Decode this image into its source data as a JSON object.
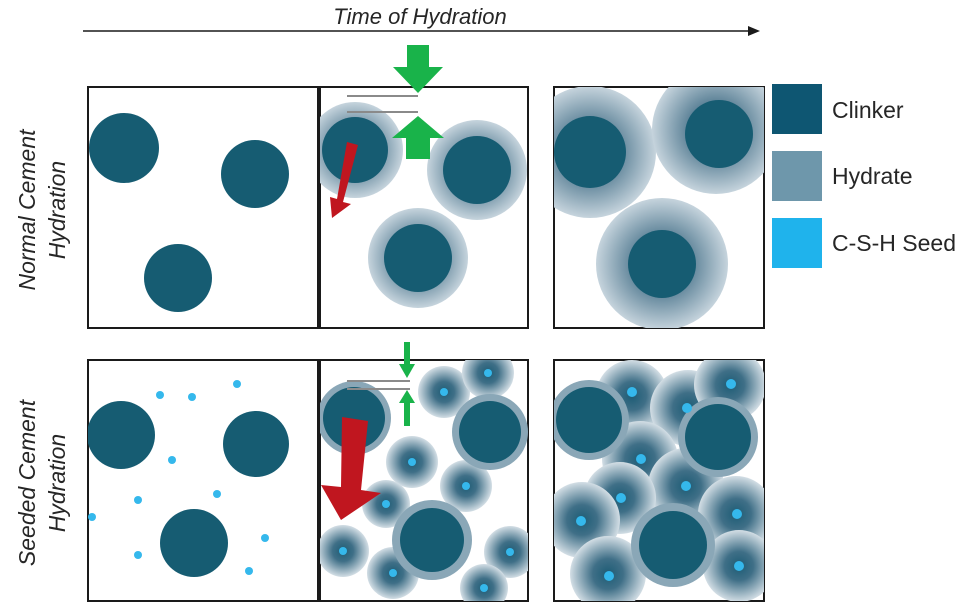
{
  "header": {
    "axis_label": "Time of Hydration"
  },
  "rows": [
    {
      "label_line1": "Normal Cement",
      "label_line2": "Hydration"
    },
    {
      "label_line1": "Seeded Cement",
      "label_line2": "Hydration"
    }
  ],
  "legend": [
    {
      "label": "Clinker",
      "color": "#0e5672"
    },
    {
      "label": "Hydrate",
      "color": "#6e97ab"
    },
    {
      "label": "C-S-H Seed",
      "color": "#1fb3ec"
    }
  ],
  "colors": {
    "clinker": "#165c72",
    "hydrate_light": "#c4d3dc",
    "hydrate_mid": "#7b9bae",
    "seed": "#35b8ec",
    "arrow_green": "#19b34a",
    "arrow_red": "#c0161f",
    "frame": "#1a1a1a"
  }
}
